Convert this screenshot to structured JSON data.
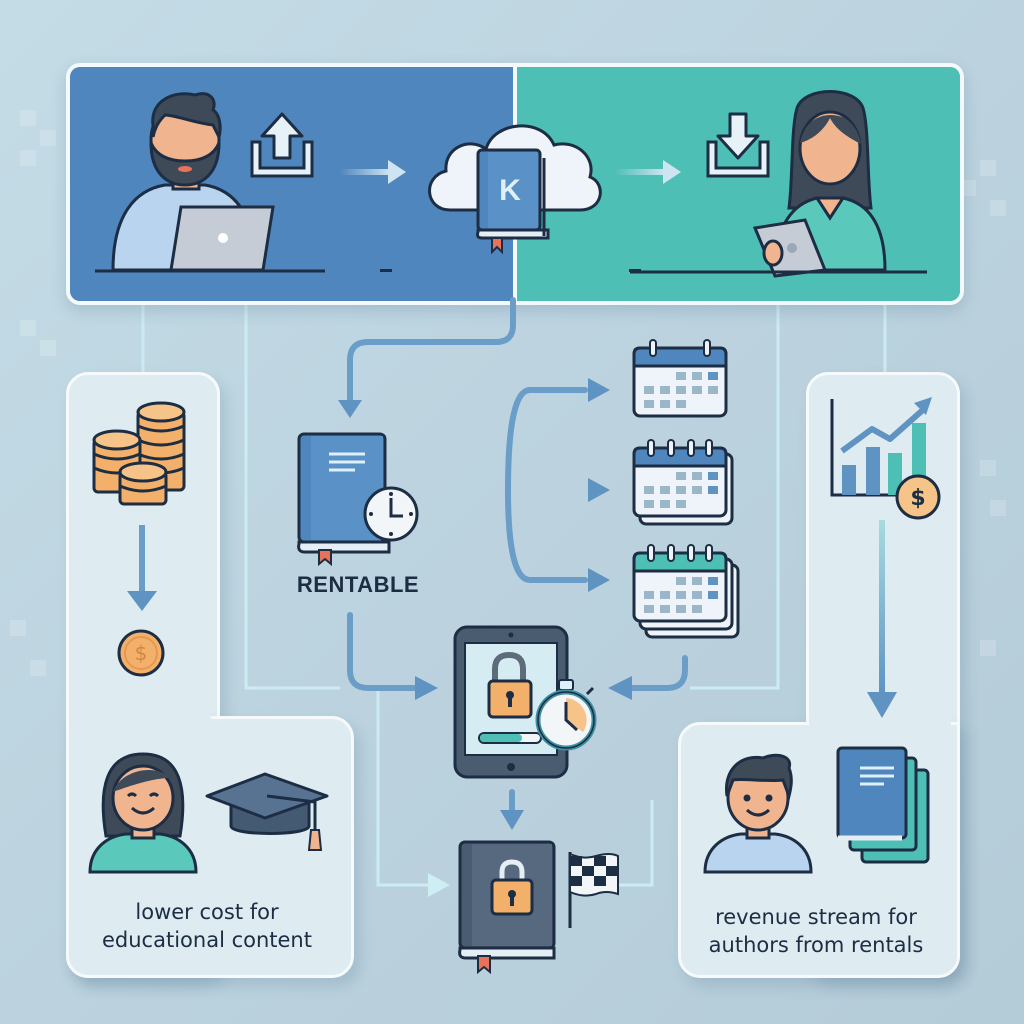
{
  "diagram": {
    "title": "",
    "top_flow": {
      "author": {
        "role": "author",
        "device": "laptop",
        "action_icon": "upload-icon"
      },
      "cloud": {
        "icon": "cloud-icon",
        "book_letter": "K"
      },
      "reader": {
        "role": "reader",
        "device": "tablet",
        "action_icon": "download-icon"
      },
      "colors": {
        "left_panel": "#4f86bd",
        "right_panel": "#4dbfb5"
      }
    },
    "center": {
      "rentable_label": "RENTABLE",
      "rental_periods": [
        {
          "icon": "calendar-icon",
          "variant": "single"
        },
        {
          "icon": "calendar-stack-icon",
          "variant": "double"
        },
        {
          "icon": "calendar-stack-icon",
          "variant": "triple"
        }
      ],
      "access_device": {
        "icons": [
          "tablet-icon",
          "lock-icon",
          "stopwatch-icon",
          "progress-bar"
        ]
      },
      "end_state": {
        "icons": [
          "locked-book-icon",
          "checkered-flag-icon"
        ]
      }
    },
    "left_card": {
      "icons": [
        "coin-stack-icon",
        "down-arrow-icon",
        "dollar-coin-icon",
        "student-avatar-icon",
        "graduation-cap-icon"
      ],
      "caption_line1": "lower cost for",
      "caption_line2": "educational content"
    },
    "right_card": {
      "icons": [
        "growth-chart-icon",
        "dollar-coin-icon",
        "down-arrow-icon",
        "author-avatar-icon",
        "book-stack-icon"
      ],
      "caption_line1": "revenue stream for",
      "caption_line2": "authors from rentals"
    },
    "colors": {
      "background": "#c0d7e2",
      "card": "#deebf1",
      "arrow": "#5e93c2",
      "outline": "#1c2d44",
      "coin": "#f2b06a",
      "bookmark": "#e8735a"
    }
  }
}
